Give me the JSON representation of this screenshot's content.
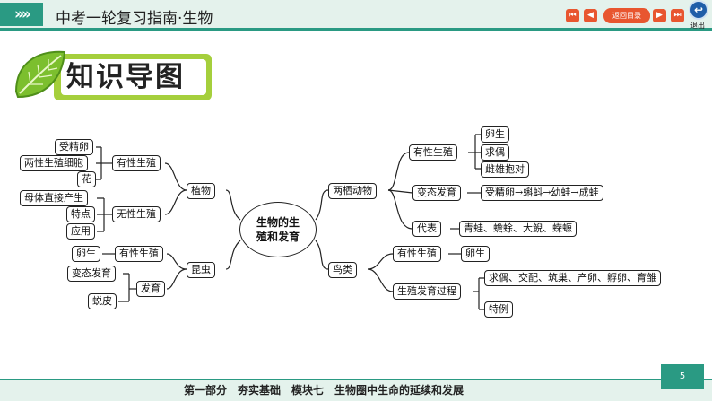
{
  "header": {
    "chevrons": "»»",
    "title": "中考一轮复习指南·生物",
    "nav": {
      "first": "⏮",
      "prev": "◀",
      "return_label": "返回目录",
      "next": "▶",
      "last": "⏭"
    },
    "exit_label": "退出",
    "exit_icon": "↩"
  },
  "badge": {
    "text": "知识导图"
  },
  "colors": {
    "accent": "#2a9a83",
    "nav": "#e8562f",
    "badge": "#a5cf3c"
  },
  "map": {
    "center": "生物的生\n殖和发育",
    "left": {
      "plants": "植物",
      "sexual": "有性生殖",
      "sexual_items": [
        "受精卵",
        "两性生殖细胞",
        "花"
      ],
      "asexual": "无性生殖",
      "asexual_items": [
        "母体直接产生",
        "特点",
        "应用"
      ],
      "insects": "昆虫",
      "insect_sexual": "有性生殖",
      "insect_sexual_item": "卵生",
      "development": "发育",
      "development_items": [
        "变态发育",
        "蜕皮"
      ]
    },
    "right": {
      "amphibians": "两栖动物",
      "amph_sexual": "有性生殖",
      "amph_sexual_items": [
        "卵生",
        "求偶",
        "雌雄抱对"
      ],
      "metamorphosis": "变态发育",
      "metamorphosis_item": "受精卵→蝌蚪→幼蛙→成蛙",
      "representative": "代表",
      "representative_item": "青蛙、蟾蜍、大鲵、蝾螈",
      "birds": "鸟类",
      "bird_sexual": "有性生殖",
      "bird_sexual_item": "卵生",
      "bird_process": "生殖发育过程",
      "bird_process_items": [
        "求偶、交配、筑巢、产卵、孵卵、育雏",
        "特例"
      ]
    }
  },
  "footer": {
    "text": "第一部分　夯实基础　模块七　生物圈中生命的延续和发展",
    "page": "5"
  }
}
